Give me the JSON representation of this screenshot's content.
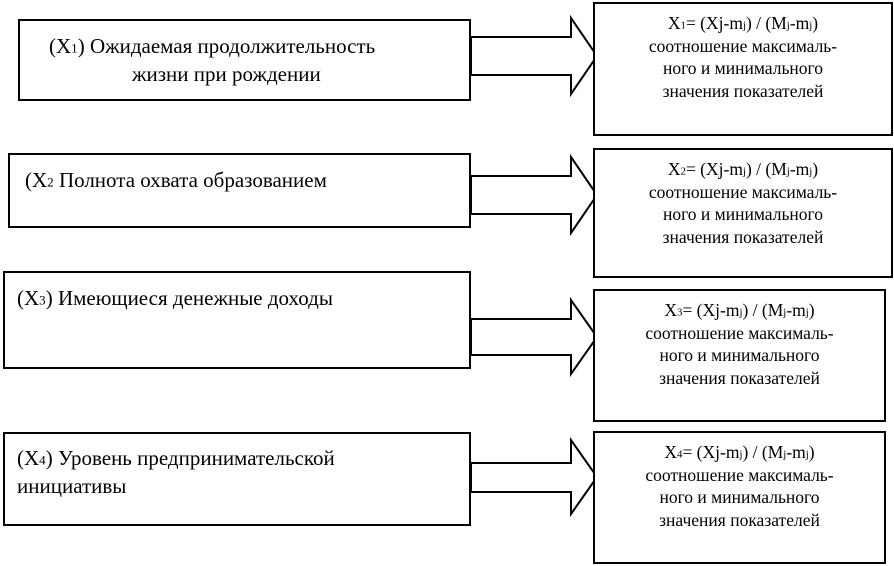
{
  "rows": [
    {
      "factor": {
        "var": "X",
        "sub": "1",
        "close": ")",
        "text": " Ожидаемая продолжительность",
        "line2": "жизни при рождении"
      },
      "formula": {
        "head": "X",
        "head_sub": "1",
        "body": "= (Xj-m",
        "j1": "j",
        "mid": ") / (M",
        "j2": "j",
        "dash": "-m",
        "j3": "j",
        "end": ")"
      },
      "desc": [
        "соотношение максималь-",
        "ного и минимального",
        "значения показателей"
      ]
    },
    {
      "factor": {
        "var": "X",
        "sub": "2",
        "close": "",
        "text": " Полнота охвата образованием",
        "line2": ""
      },
      "formula": {
        "head": "X",
        "head_sub": "2",
        "body": "= (Xj-m",
        "j1": "j",
        "mid": ") / (M",
        "j2": "j",
        "dash": "-m",
        "j3": "j",
        "end": ")"
      },
      "desc": [
        "соотношение максималь-",
        "ного и минимального",
        "значения показателей"
      ]
    },
    {
      "factor": {
        "var": "X",
        "sub": "3",
        "close": ")",
        "text": " Имеющиеся денежные доходы",
        "line2": ""
      },
      "formula": {
        "head": "X",
        "head_sub": "3",
        "body": "= (Xj-m",
        "j1": "j",
        "mid": ") / (M",
        "j2": "j",
        "dash": "-m",
        "j3": "j",
        "end": ")"
      },
      "desc": [
        "соотношение максималь-",
        "ного и минимального",
        "значения показателей"
      ]
    },
    {
      "factor": {
        "var": "X",
        "sub": "4",
        "close": ")",
        "text": " Уровень предпринимательской",
        "line2": "инициативы"
      },
      "formula": {
        "head": "X",
        "head_sub": "4",
        "body": "= (Xj-m",
        "j1": "j",
        "mid": ") / (M",
        "j2": "j",
        "dash": "-m",
        "j3": "j",
        "end": ")"
      },
      "desc": [
        "соотношение максималь-",
        "ного и минимального",
        "значения показателей"
      ]
    }
  ]
}
